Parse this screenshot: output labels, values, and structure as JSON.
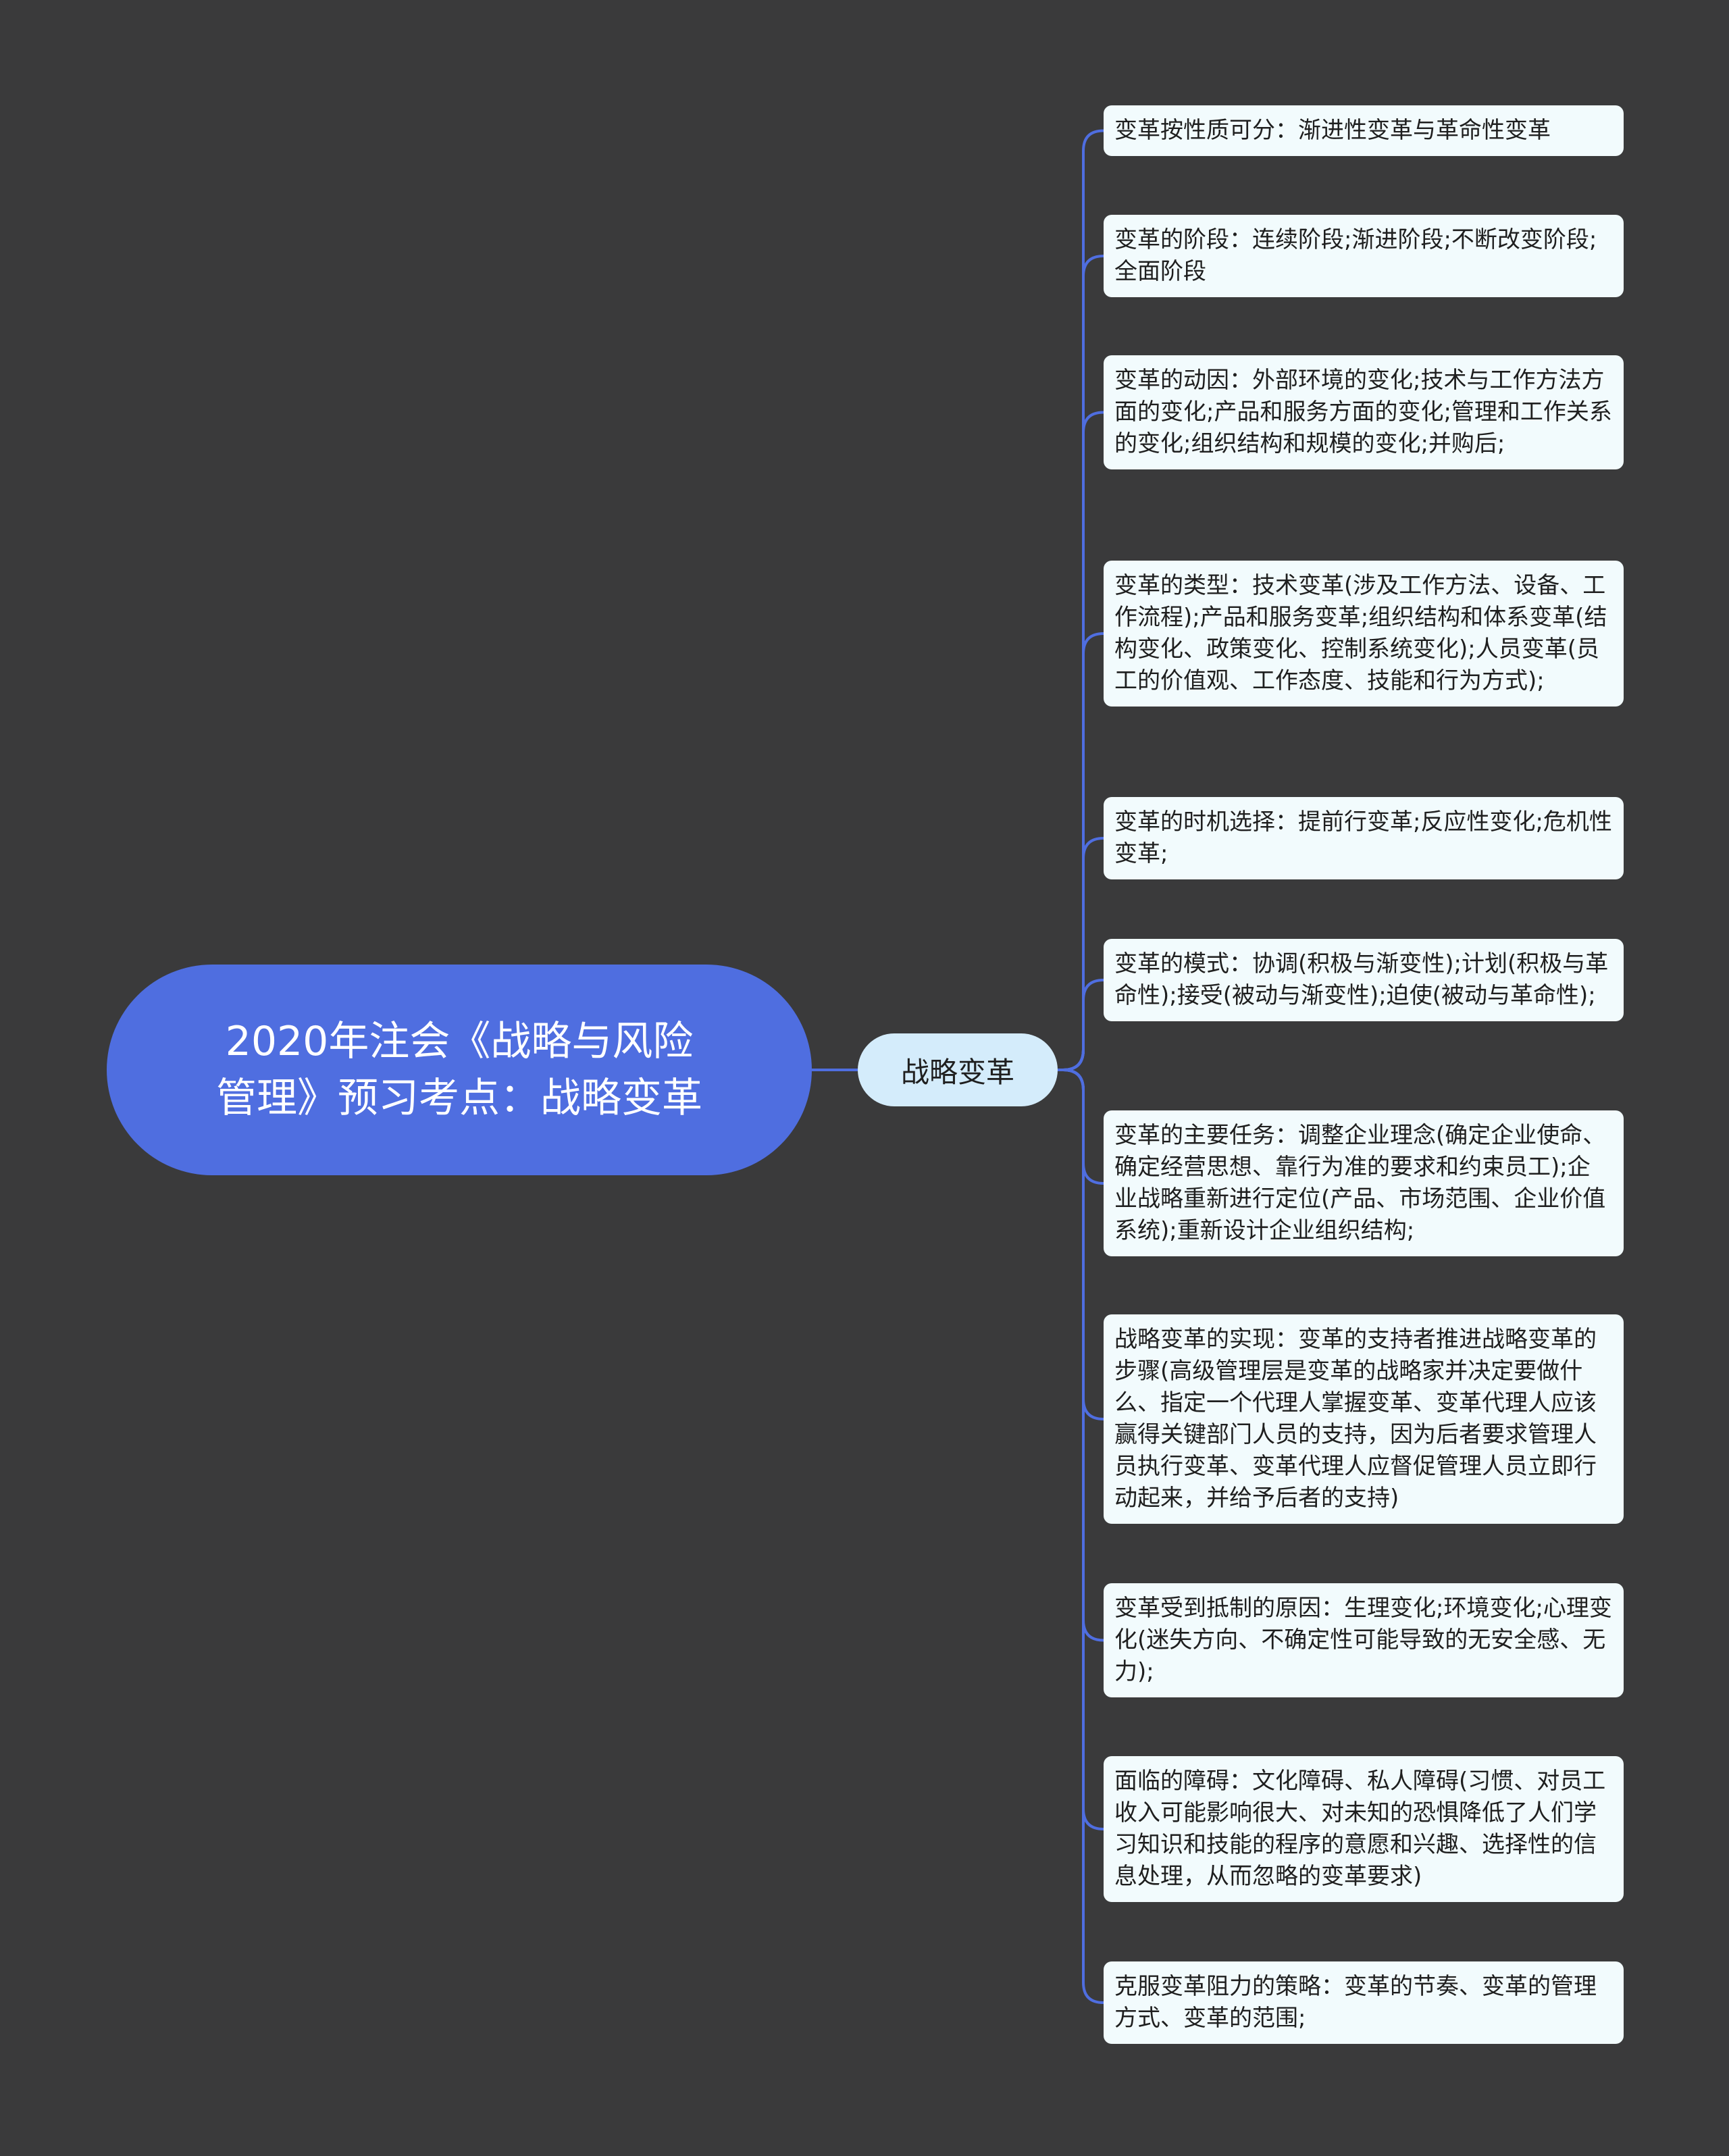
{
  "root": {
    "title": "2020年注会《战略与风险管理》预习考点：战略变革"
  },
  "branch": {
    "label": "战略变革"
  },
  "leaves": [
    "变革按性质可分：渐进性变革与革命性变革",
    "变革的阶段：连续阶段;渐进阶段;不断改变阶段;全面阶段",
    "变革的动因：外部环境的变化;技术与工作方法方面的变化;产品和服务方面的变化;管理和工作关系的变化;组织结构和规模的变化;并购后;",
    "变革的类型：技术变革(涉及工作方法、设备、工作流程);产品和服务变革;组织结构和体系变革(结构变化、政策变化、控制系统变化);人员变革(员工的价值观、工作态度、技能和行为方式);",
    "变革的时机选择：提前行变革;反应性变化;危机性变革;",
    "变革的模式：协调(积极与渐变性);计划(积极与革命性);接受(被动与渐变性);迫使(被动与革命性);",
    "变革的主要任务：调整企业理念(确定企业使命、确定经营思想、靠行为准的要求和约束员工);企业战略重新进行定位(产品、市场范围、企业价值系统);重新设计企业组织结构;",
    "战略变革的实现：变革的支持者推进战略变革的步骤(高级管理层是变革的战略家并决定要做什么、指定一个代理人掌握变革、变革代理人应该赢得关键部门人员的支持，因为后者要求管理人员执行变革、变革代理人应督促管理人员立即行动起来，并给予后者的支持)",
    "变革受到抵制的原因：生理变化;环境变化;心理变化(迷失方向、不确定性可能导致的无安全感、无力);",
    "面临的障碍：文化障碍、私人障碍(习惯、对员工收入可能影响很大、对未知的恐惧降低了人们学习知识和技能的程序的意愿和兴趣、选择性的信息处理，从而忽略的变革要求)",
    "克服变革阻力的策略：变革的节奏、变革的管理方式、变革的范围;"
  ],
  "colors": {
    "background": "#3a3a3b",
    "root_fill": "#4f6ee0",
    "branch_fill": "#d4ecfb",
    "leaf_fill": "#f2fbfd",
    "connector": "#4f6ee0"
  }
}
